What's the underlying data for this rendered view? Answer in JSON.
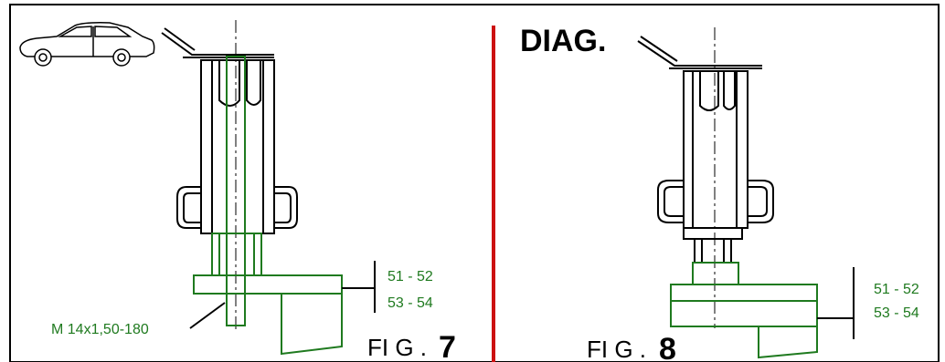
{
  "colors": {
    "outline": "#000000",
    "part_green": "#1f7a1f",
    "divider": "#cc1111",
    "background": "#ffffff"
  },
  "icons": {
    "vehicle": "car-icon"
  },
  "left_panel": {
    "callout_range_1": "51 - 52",
    "callout_range_2": "53 - 54",
    "bolt_spec": "M 14x1,50-180",
    "figure_prefix": "FI G .",
    "figure_number": "7"
  },
  "right_panel": {
    "heading": "DIAG.",
    "callout_range_1": "51 - 52",
    "callout_range_2": "53 - 54",
    "figure_prefix": "FI G .",
    "figure_number": "8"
  }
}
